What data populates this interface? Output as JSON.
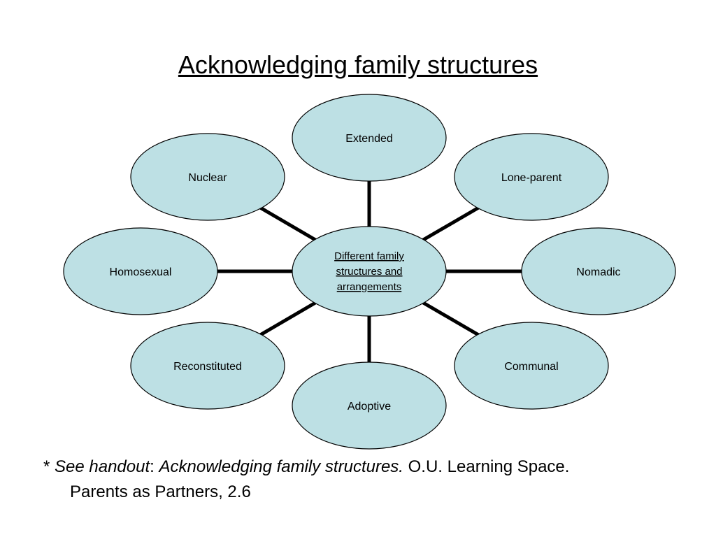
{
  "slide": {
    "title": "Acknowledging family structures"
  },
  "diagram": {
    "center": {
      "label_lines": [
        "Different family",
        "structures and",
        "arrangements"
      ]
    },
    "nodes": [
      {
        "id": "extended",
        "label": "Extended"
      },
      {
        "id": "lone-parent",
        "label": "Lone-parent"
      },
      {
        "id": "nomadic",
        "label": "Nomadic"
      },
      {
        "id": "communal",
        "label": "Communal"
      },
      {
        "id": "adoptive",
        "label": "Adoptive"
      },
      {
        "id": "reconstituted",
        "label": "Reconstituted"
      },
      {
        "id": "homosexual",
        "label": "Homosexual"
      },
      {
        "id": "nuclear",
        "label": "Nuclear"
      }
    ],
    "colors": {
      "fill": "#bde0e4",
      "stroke": "#000000",
      "connector": "#000000"
    }
  },
  "footnote": {
    "star": "*",
    "see_handout": "See handout",
    "colon": ":",
    "handout_title": "Acknowledging family structures.",
    "source": "O.U. Learning Space.",
    "line2": "Parents as Partners, 2.6"
  }
}
